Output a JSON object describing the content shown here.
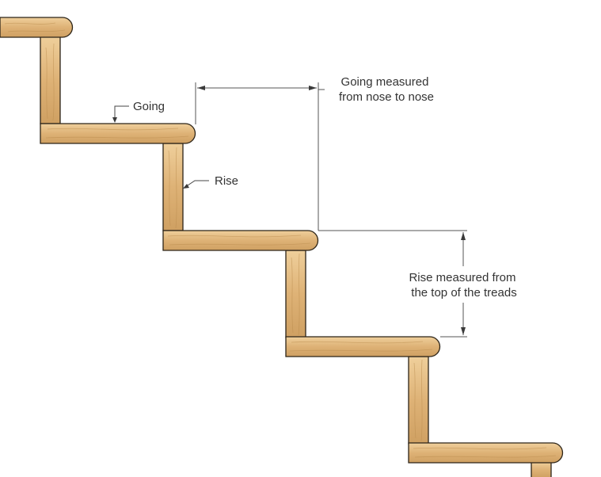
{
  "labels": {
    "going": "Going",
    "rise": "Rise",
    "going_measured_line1": "Going measured",
    "going_measured_line2": "from nose to nose",
    "rise_measured_line1": "Rise measured from",
    "rise_measured_line2": "the top of the treads"
  },
  "colors": {
    "wood_light": "#e9c48d",
    "wood_dark": "#c99a5c",
    "outline": "#2c2418",
    "text": "#333333"
  }
}
